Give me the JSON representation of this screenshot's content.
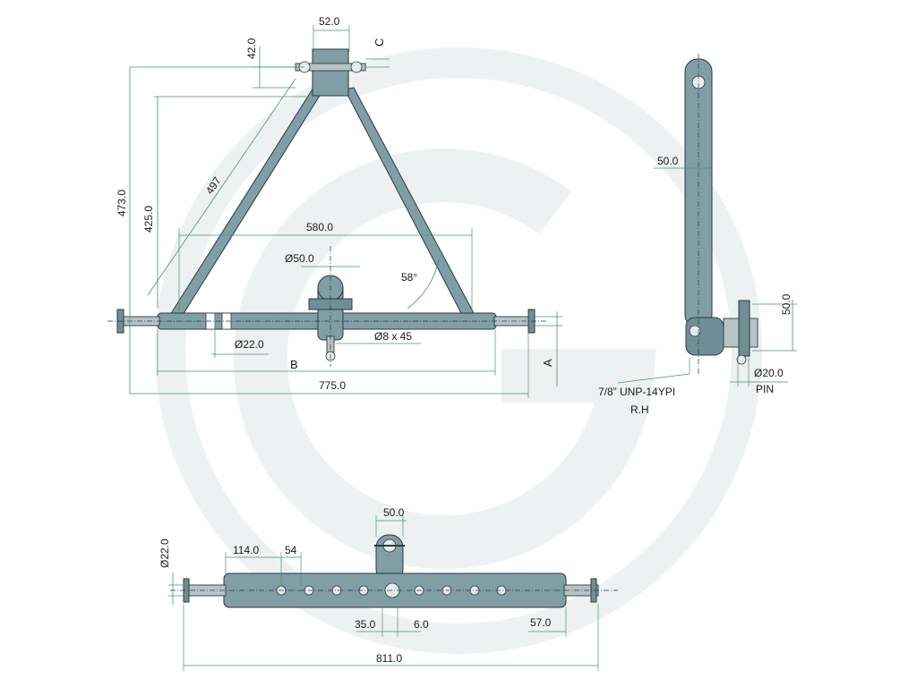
{
  "front_view": {
    "dim_top_pin_width": "52.0",
    "dim_pin_offset": "42.0",
    "label_c": "C",
    "dim_total_height": "473.0",
    "dim_inner_height": "425.0",
    "dim_diagonal": "497",
    "dim_leg_span": "580.0",
    "dim_hitch_diameter": "Ø50.0",
    "dim_angle": "58°",
    "dim_bar_diameter": "Ø22.0",
    "dim_pin_spec": "Ø8 x 45",
    "label_b": "B",
    "label_a": "A",
    "dim_total_width": "775.0"
  },
  "side_view": {
    "dim_width": "50.0",
    "dim_bracket_height": "50.0",
    "dim_pin_diameter": "Ø20.0",
    "label_pin": "PIN",
    "thread_spec_line1": "7/8” UNP-14YPI",
    "thread_spec_line2": "R.H"
  },
  "bottom_view": {
    "dim_bracket_width": "50.0",
    "dim_shaft_diameter": "Ø22.0",
    "dim_hole_offset": "114.0",
    "dim_hole_pitch": "54",
    "dim_center_left": "35.0",
    "dim_center_right": "6.0",
    "dim_end_offset": "57.0",
    "dim_total_length": "811.0"
  }
}
